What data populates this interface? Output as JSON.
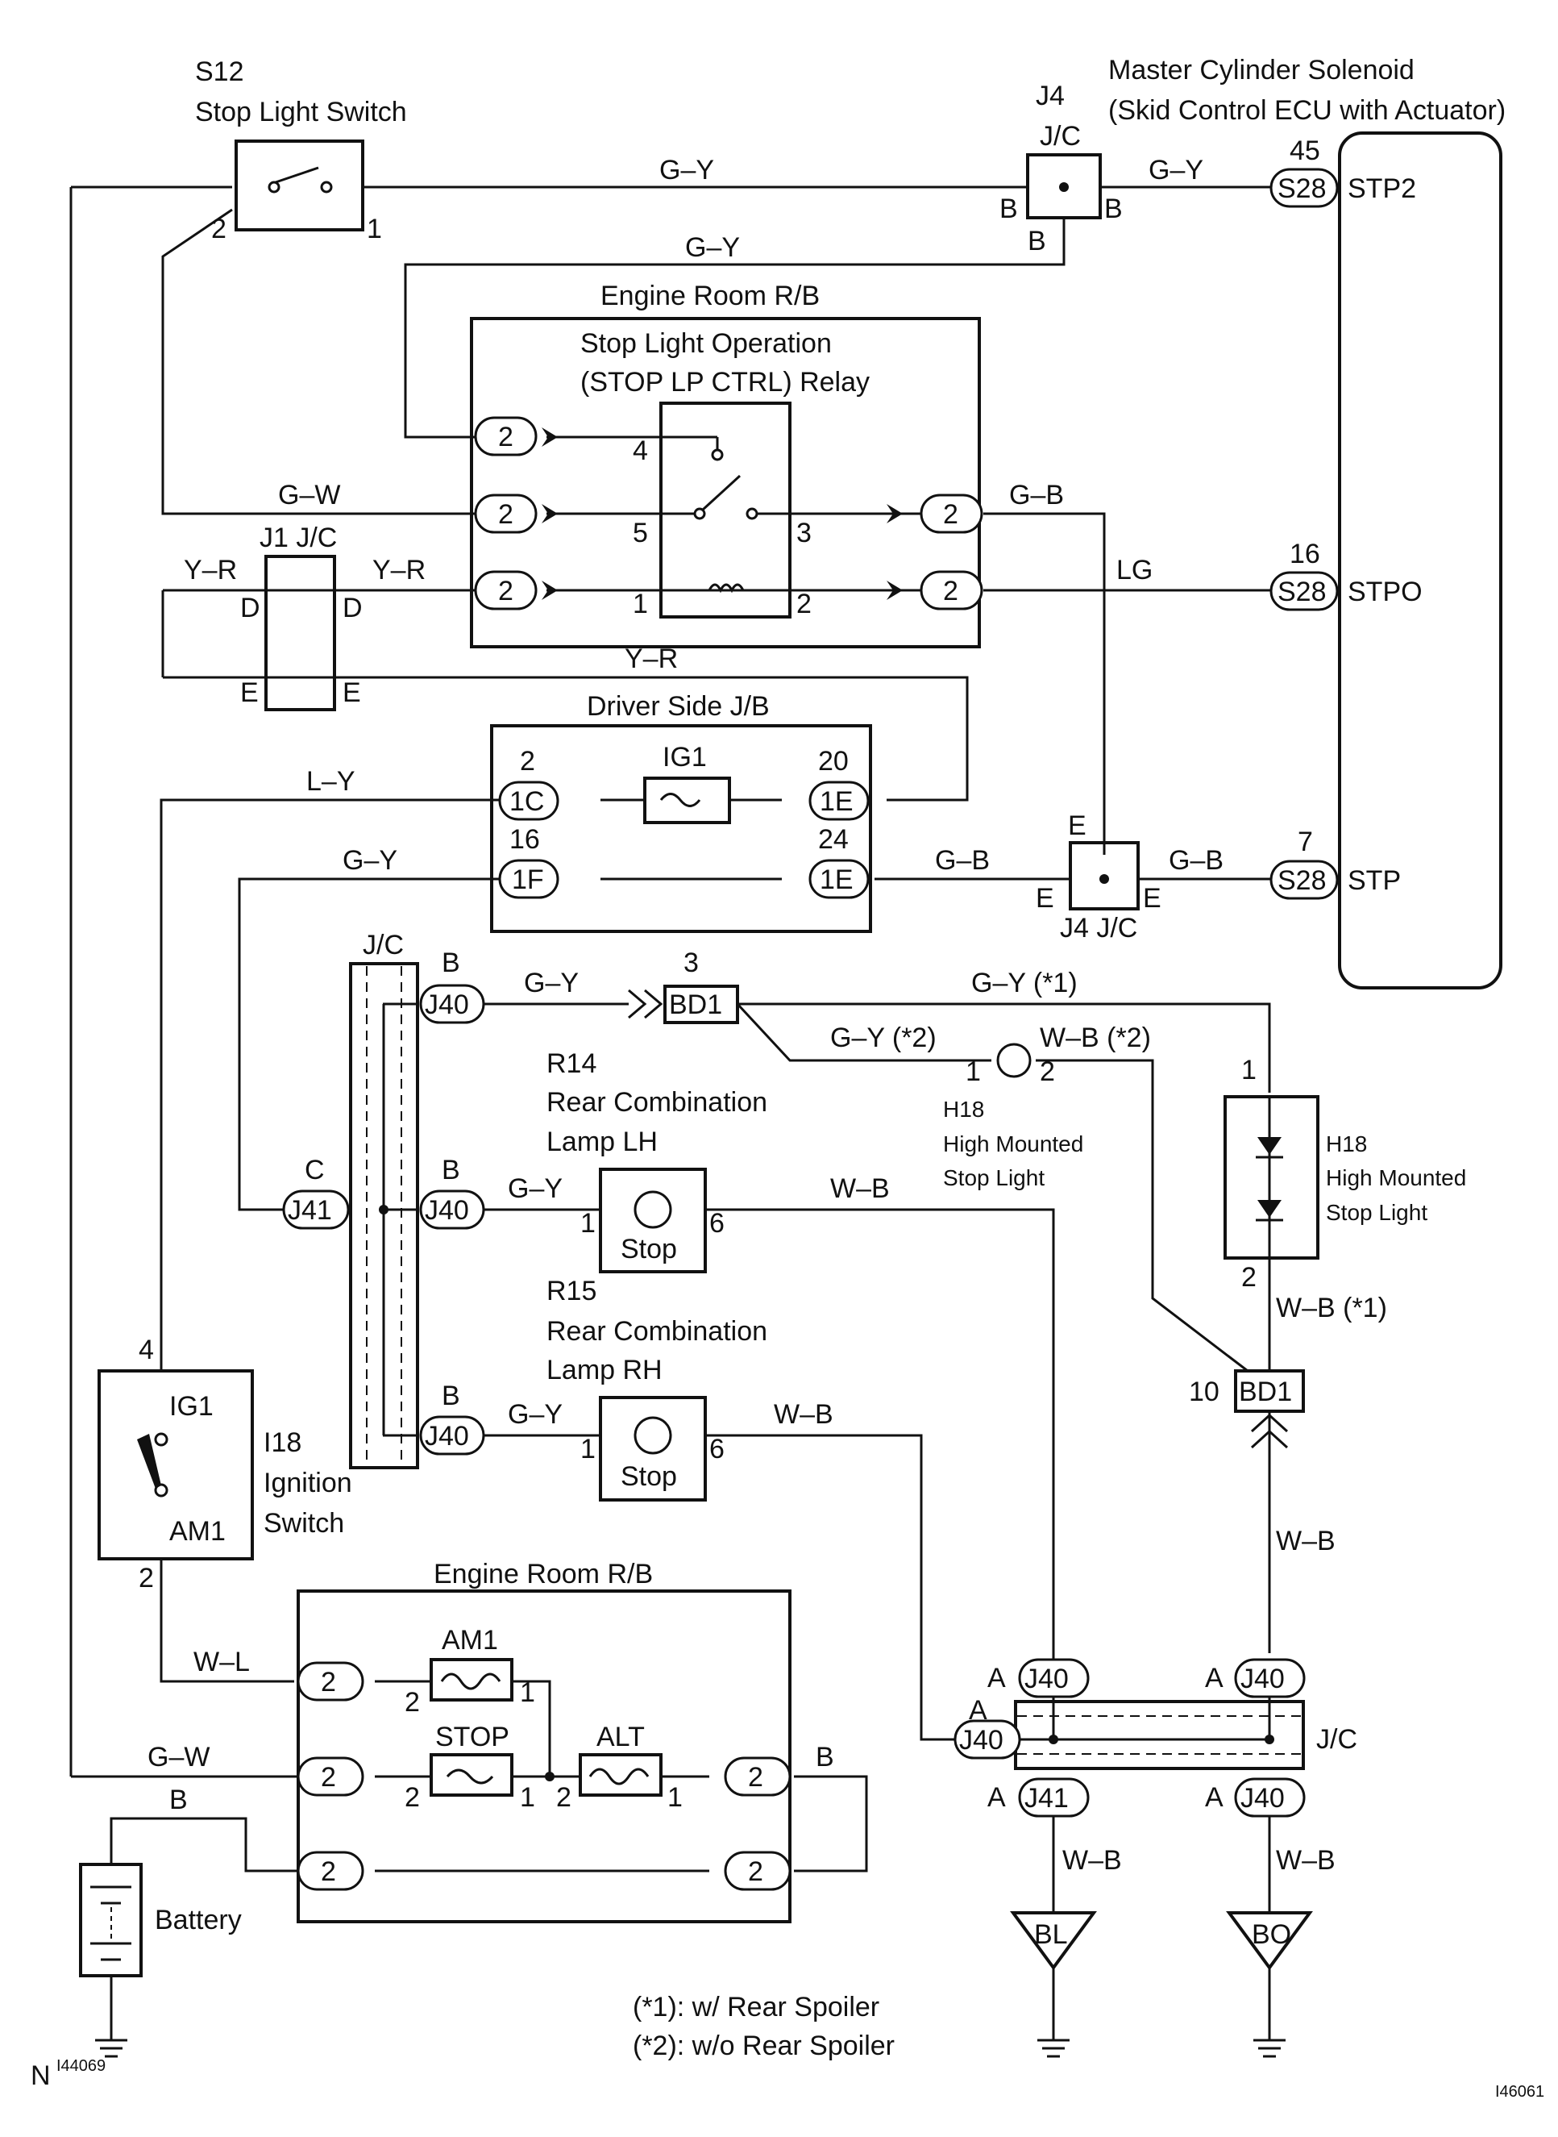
{
  "components": {
    "s12_id": "S12",
    "s12_name": "Stop Light Switch",
    "mc_line1": "Master Cylinder Solenoid",
    "mc_line2": "(Skid Control ECU with Actuator)",
    "j4_top_id": "J4",
    "jc": "J/C",
    "erb_title": "Engine Room R/B",
    "relay_line1": "Stop Light Operation",
    "relay_line2": "(STOP LP CTRL) Relay",
    "j1": "J1 J/C",
    "dsjb": "Driver Side J/B",
    "ig1_fuse": "IG1",
    "j4_bottom": "J4 J/C",
    "r14_id": "R14",
    "r14_l1": "Rear Combination",
    "r14_l2": "Lamp LH",
    "r15_id": "R15",
    "r15_l1": "Rear Combination",
    "r15_l2": "Lamp RH",
    "stop": "Stop",
    "h18_id": "H18",
    "h18_l1": "High Mounted",
    "h18_l2": "Stop Light",
    "i18_id": "I18",
    "i18_l1": "Ignition",
    "i18_l2": "Switch",
    "ig1_term": "IG1",
    "am1_term": "AM1",
    "am1_fuse": "AM1",
    "stop_fuse": "STOP",
    "alt_fuse": "ALT",
    "battery": "Battery"
  },
  "terminals": {
    "stp2": "STP2",
    "stpo": "STPO",
    "stp": "STP",
    "n45": "45",
    "n16": "16",
    "n7": "7",
    "s28": "S28",
    "c2": "2",
    "c1c": "1C",
    "c1e": "1E",
    "c1f": "1F",
    "j40": "J40",
    "j41": "J41",
    "bd1": "BD1",
    "bl": "BL",
    "bo": "BO",
    "p1": "1",
    "p2": "2",
    "p3": "3",
    "p4": "4",
    "p5": "5",
    "p6": "6",
    "p10": "10",
    "p16": "16",
    "p20": "20",
    "p24": "24",
    "a": "A",
    "b": "B",
    "c": "C",
    "d": "D",
    "e": "E"
  },
  "wires": {
    "gy": "G–Y",
    "gw": "G–W",
    "gb": "G–B",
    "yr": "Y–R",
    "lg": "LG",
    "ly": "L–Y",
    "wb": "W–B",
    "wl": "W–L",
    "b": "B",
    "gy1": "G–Y (*1)",
    "gy2": "G–Y (*2)",
    "wb1": "W–B (*1)",
    "wb2": "W–B (*2)"
  },
  "notes": {
    "n1": "(*1): w/ Rear Spoiler",
    "n2": "(*2): w/o Rear Spoiler",
    "n_letter": "N",
    "id_left": "I44069",
    "id_right": "I46061"
  }
}
